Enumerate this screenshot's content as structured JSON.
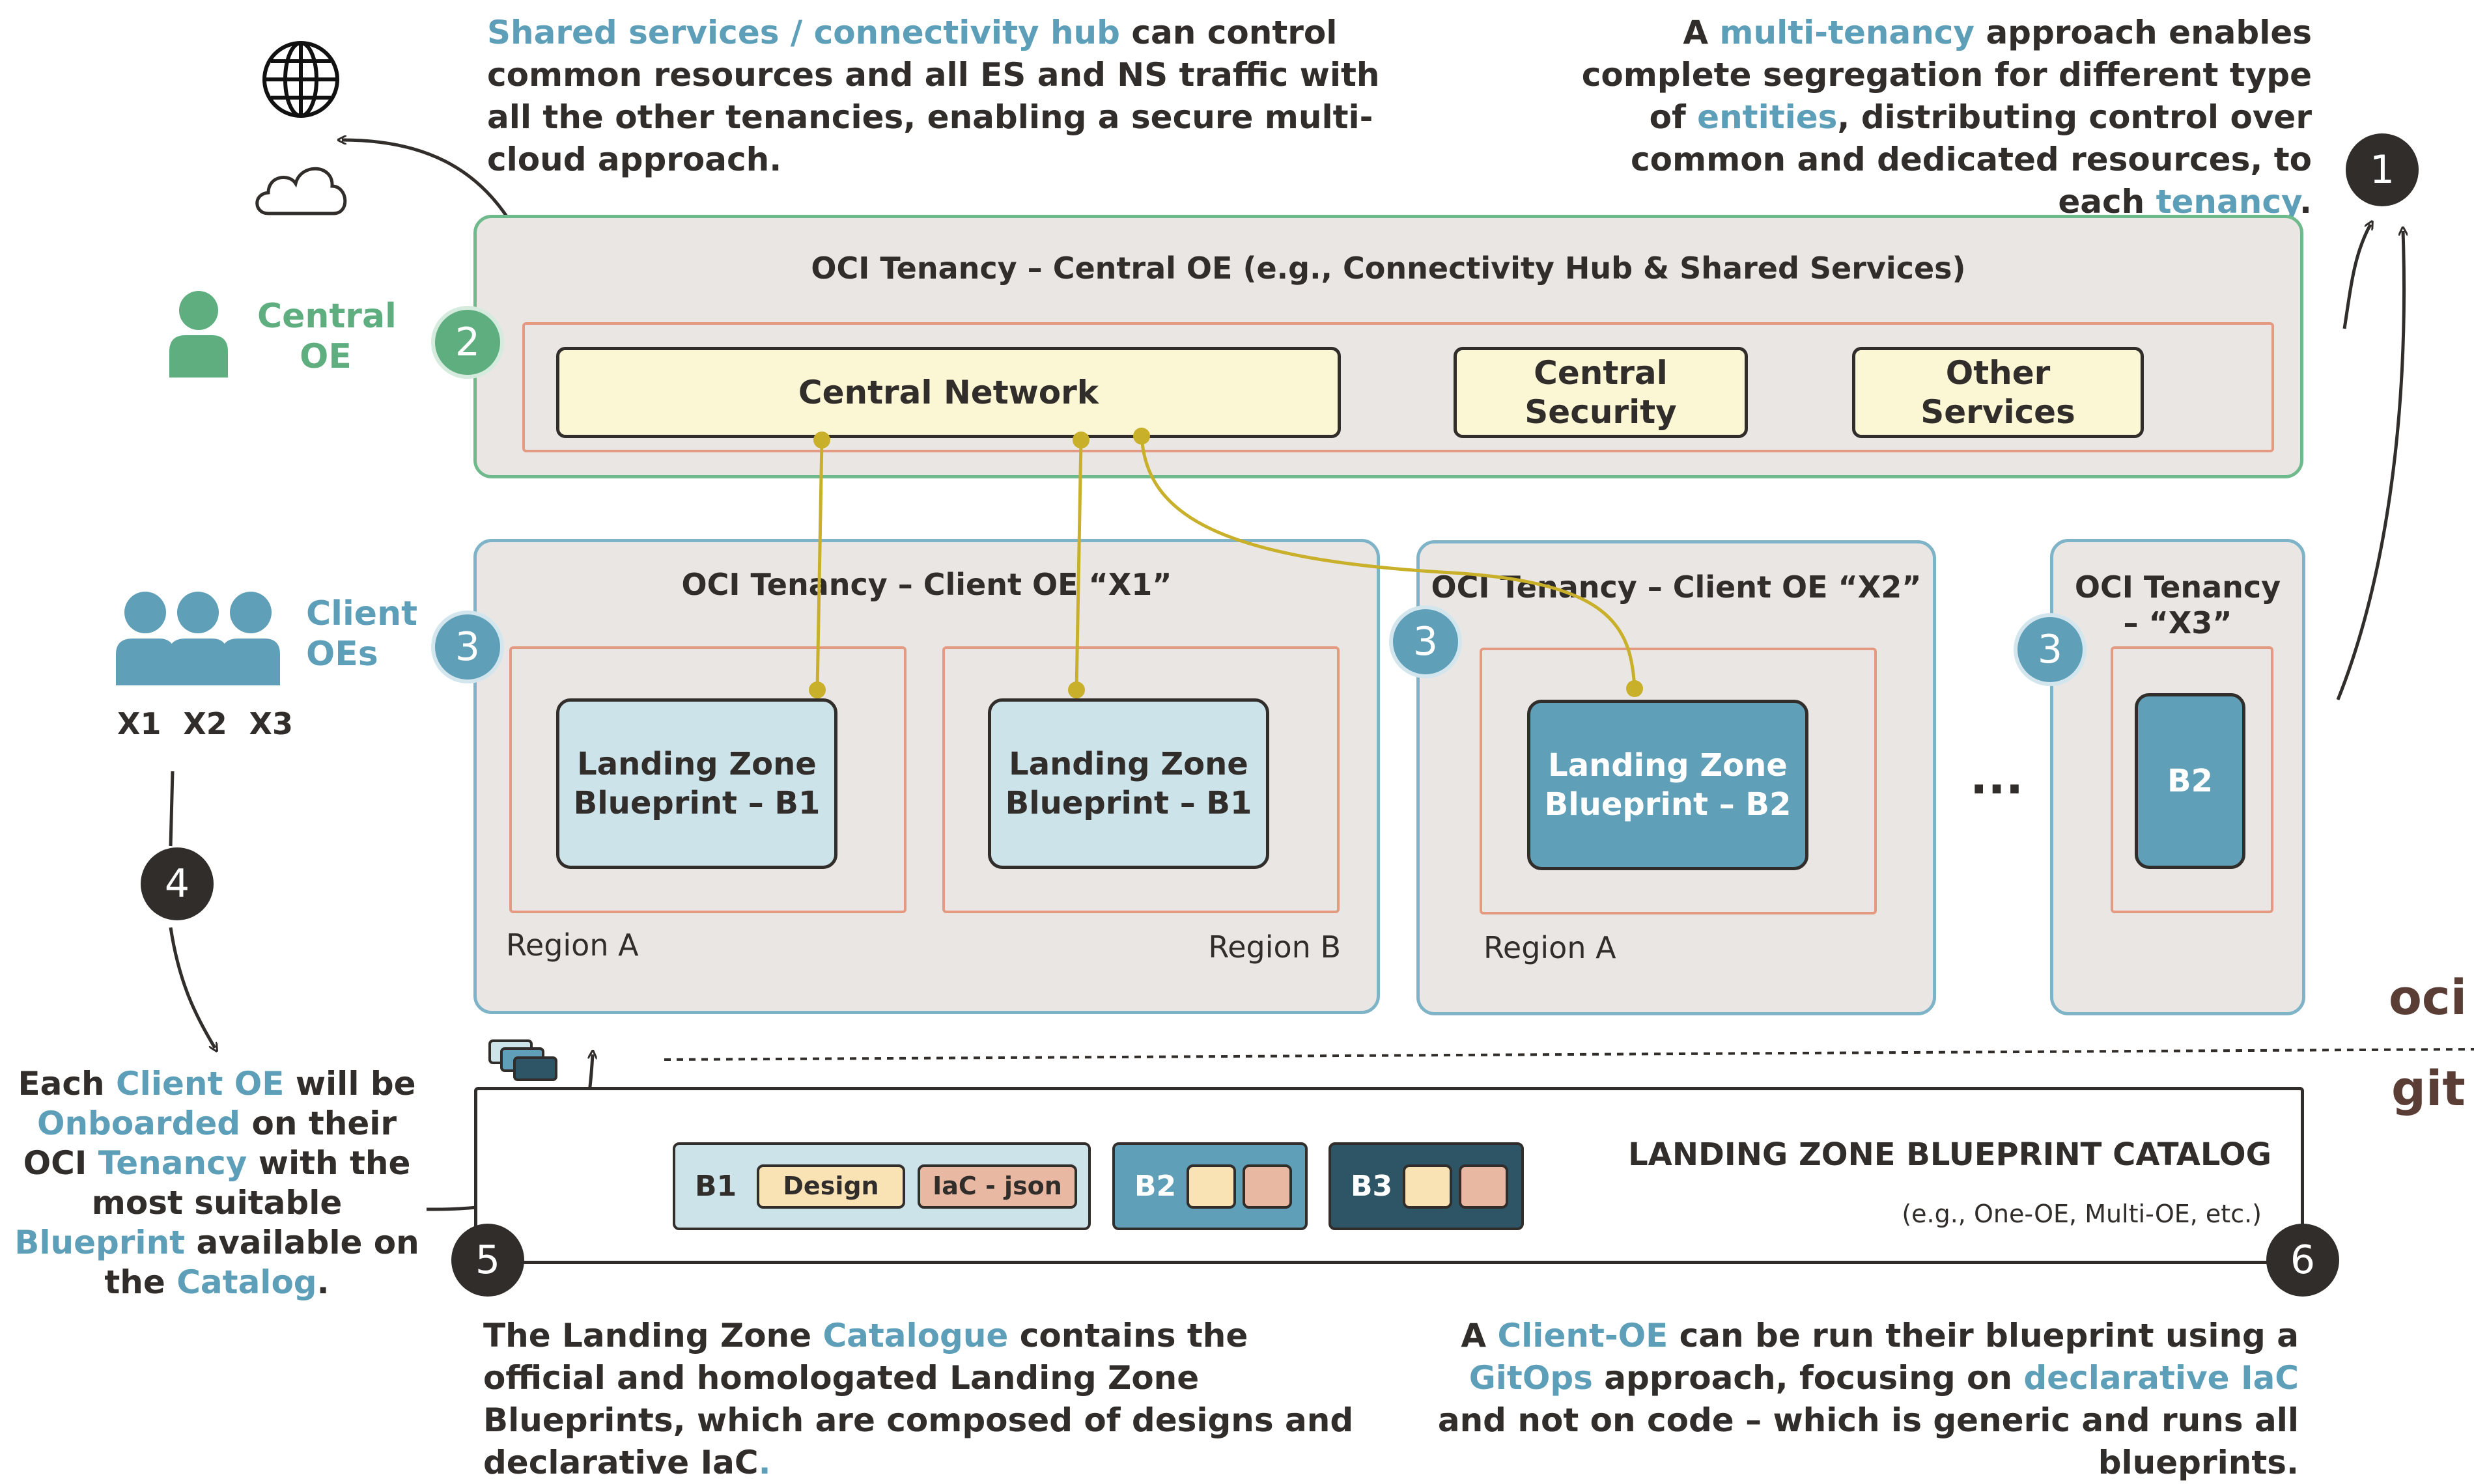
{
  "top_left_note": {
    "highlight": "Shared services / connectivity hub",
    "rest": " can control common resources and all ES and NS traffic with all the other tenancies, enabling a secure multi-cloud approach."
  },
  "top_right_note": {
    "p1": "A ",
    "h1": "multi-tenancy",
    "p2": " approach enables complete segregation for different type of ",
    "h2": "entities",
    "p3": ", distributing control over common and dedicated resources, to each ",
    "h3": "tenancy",
    "p4": "."
  },
  "central_oe": {
    "label_line1": "Central",
    "label_line2": "OE"
  },
  "client_oes": {
    "label_line1": "Client",
    "label_line2": "OEs",
    "ids": [
      "X1",
      "X2",
      "X3"
    ]
  },
  "central_tenancy": {
    "title": "OCI Tenancy – Central OE (e.g., Connectivity Hub & Shared Services)",
    "central_network": "Central Network",
    "central_security_l1": "Central",
    "central_security_l2": "Security",
    "other_services_l1": "Other",
    "other_services_l2": "Services"
  },
  "tenancy_x1": {
    "title": "OCI Tenancy – Client OE “X1”",
    "region_a": "Region A",
    "region_b": "Region B",
    "lz1_l1": "Landing Zone",
    "lz1_l2": "Blueprint – B1",
    "lz2_l1": "Landing Zone",
    "lz2_l2": "Blueprint – B1"
  },
  "tenancy_x2": {
    "title": "OCI Tenancy – Client OE “X2”",
    "region_a": "Region A",
    "lz_l1": "Landing Zone",
    "lz_l2": "Blueprint – B2"
  },
  "ellipsis": "...",
  "tenancy_x3": {
    "title_l1": "OCI Tenancy",
    "title_l2": "– “X3”",
    "lz": "B2"
  },
  "layers": {
    "oci": "oci",
    "git": "git"
  },
  "onboard_note": {
    "p1": "Each ",
    "h1": "Client OE",
    "p2": " will be ",
    "h2": "Onboarded",
    "p3": " on their OCI ",
    "h3": "Tenancy",
    "p4": " with the most suitable ",
    "h4": "Blueprint",
    "p5": " available on the ",
    "h5": "Catalog",
    "p6": "."
  },
  "catalog": {
    "title": "LANDING ZONE BLUEPRINT CATALOG",
    "subtitle": "(e.g., One-OE, Multi-OE, etc.)",
    "b1": "B1",
    "design": "Design",
    "iac": "IaC - json",
    "b2": "B2",
    "b3": "B3"
  },
  "bottom_left_note": {
    "p1": "The Landing Zone ",
    "h1": "Catalogue",
    "p2": " contains the official and homologated Landing Zone Blueprints, which are composed of designs and declarative IaC",
    "h2": "."
  },
  "bottom_right_note": {
    "p1": "A ",
    "h1": "Client-OE",
    "p2": " can be run their blueprint using a ",
    "h2": "GitOps",
    "p3": " approach, focusing on ",
    "h3": "declarative IaC",
    "p4": " and not on code – which is generic and runs all blueprints."
  },
  "badges": {
    "b1": "1",
    "b2": "2",
    "b3a": "3",
    "b3b": "3",
    "b3c": "3",
    "b4": "4",
    "b5": "5",
    "b6": "6"
  },
  "colors": {
    "teal": "#5d9fb8",
    "green": "#5fae7f",
    "dark": "#312d2a",
    "region_border": "#e39a80",
    "service_fill": "#fbf6d4",
    "connector": "#c9b02a"
  },
  "icons": [
    "globe-icon",
    "cloud-icon",
    "person-icon",
    "people-group-icon",
    "stacked-cards-icon"
  ]
}
